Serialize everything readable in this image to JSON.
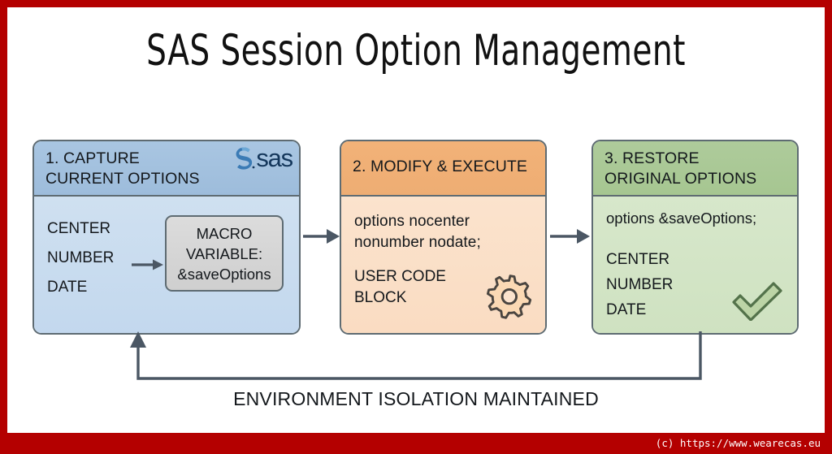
{
  "title": "SAS Session Option Management",
  "frame": {
    "border_color": "#b40000",
    "watermark": "(c) https://www.wearecas.eu"
  },
  "stages": [
    {
      "id": "capture",
      "header": "1. CAPTURE\n    CURRENT OPTIONS",
      "header_color": "#a9c6e2",
      "body_color": "#cfe0f0",
      "options": "CENTER\nNUMBER\nDATE",
      "macro_box": "MACRO\nVARIABLE:\n&saveOptions",
      "logo": "sas"
    },
    {
      "id": "modify",
      "header": "2. MODIFY & EXECUTE",
      "header_color": "#f2b278",
      "body_color": "#fbe3cd",
      "code": "options nocenter\nnonumber nodate;",
      "user_code": "USER CODE\nBLOCK",
      "icon": "gear-icon"
    },
    {
      "id": "restore",
      "header": "3. RESTORE\n    ORIGINAL OPTIONS",
      "header_color": "#aecb9b",
      "body_color": "#d7e7cb",
      "code": "options &saveOptions;",
      "options": "CENTER\nNUMBER\nDATE",
      "icon": "check-icon"
    }
  ],
  "caption": "ENVIRONMENT ISOLATION MAINTAINED",
  "colors": {
    "arrow": "#4b5764",
    "box_border": "#5e6b72",
    "title_text": "#111111"
  }
}
